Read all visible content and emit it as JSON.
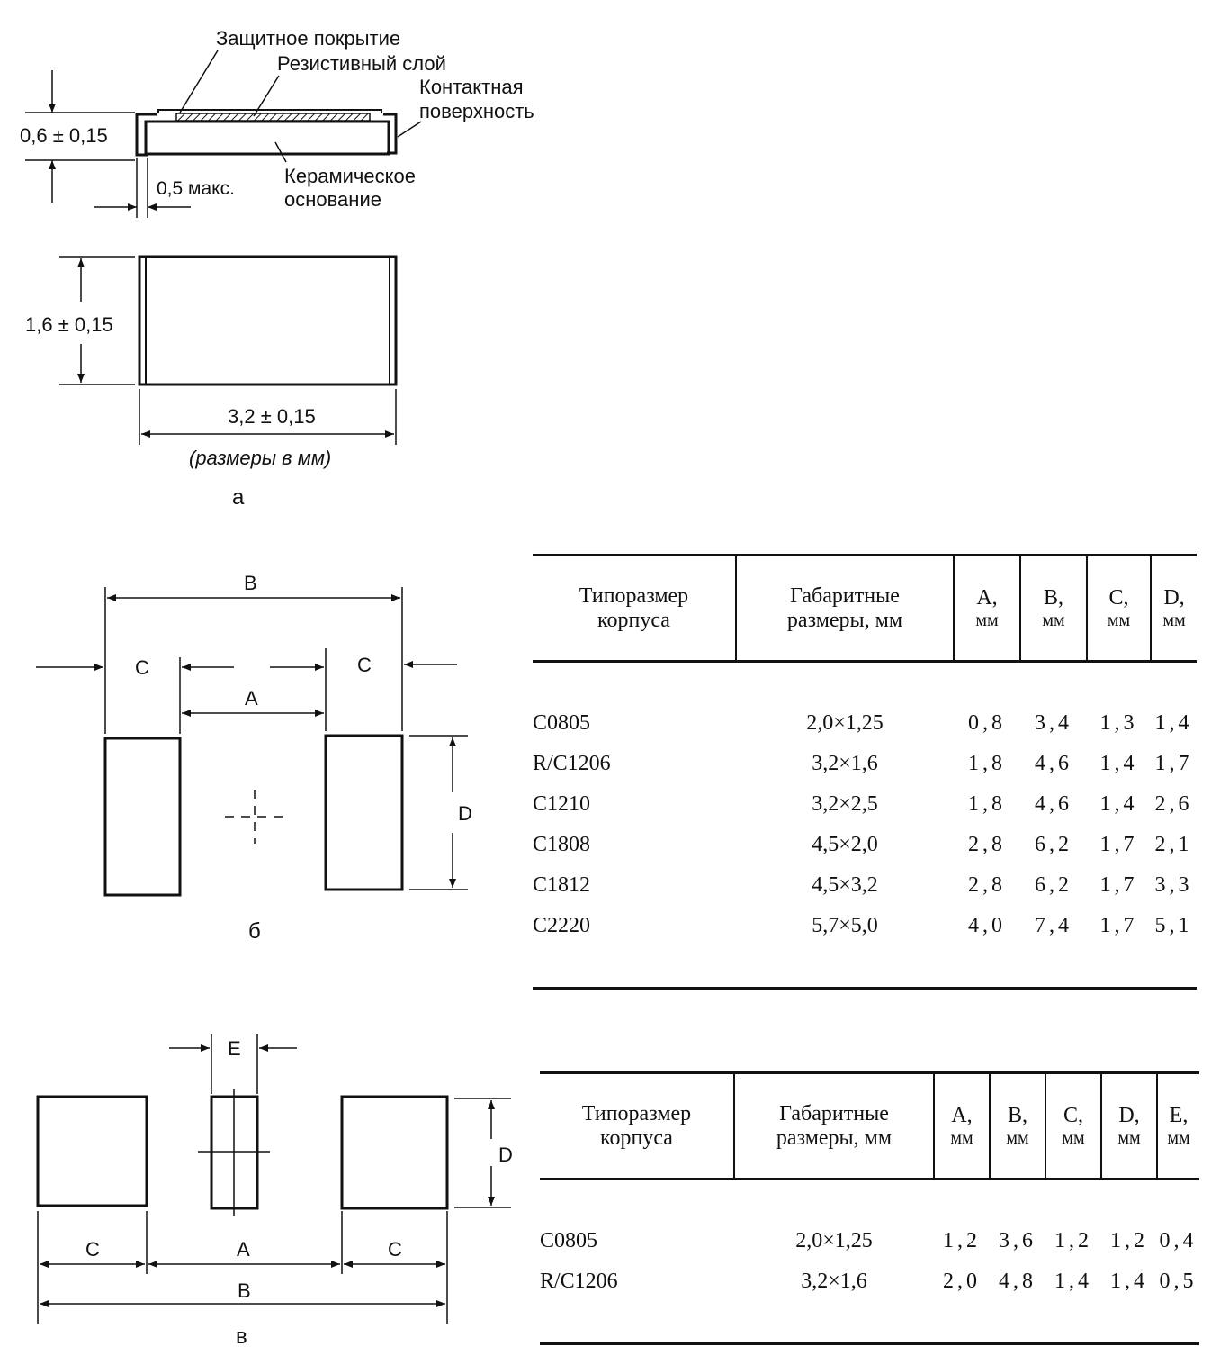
{
  "figure_a": {
    "label_protective": "Защитное покрытие",
    "label_resistive": "Резистивный слой",
    "label_contact_1": "Контактная",
    "label_contact_2": "поверхность",
    "label_ceramic_1": "Керамическое",
    "label_ceramic_2": "основание",
    "dim_height": "0,6 ± 0,15",
    "dim_contact": "0,5 макс.",
    "dim_width": "1,6 ± 0,15",
    "dim_length": "3,2 ± 0,15",
    "units_note": "(размеры в мм)",
    "letter": "а"
  },
  "figure_b": {
    "dim_B": "B",
    "dim_C_left": "C",
    "dim_C_right": "C",
    "dim_A": "A",
    "dim_D": "D",
    "letter": "б"
  },
  "figure_c": {
    "dim_E": "E",
    "dim_D": "D",
    "dim_C_left": "C",
    "dim_A": "A",
    "dim_C_right": "C",
    "dim_B": "B",
    "letter": "в"
  },
  "table_b": {
    "headers": {
      "size_1": "Типоразмер",
      "size_2": "корпуса",
      "overall_1": "Габаритные",
      "overall_2": "размеры, мм",
      "a_1": "A,",
      "a_2": "мм",
      "b_1": "B,",
      "b_2": "мм",
      "c_1": "C,",
      "c_2": "мм",
      "d_1": "D,",
      "d_2": "мм"
    },
    "rows": [
      {
        "code": "C0805",
        "size": "2,0×1,25",
        "A": "0,8",
        "B": "3,4",
        "C": "1,3",
        "D": "1,4"
      },
      {
        "code": "R/C1206",
        "size": "3,2×1,6",
        "A": "1,8",
        "B": "4,6",
        "C": "1,4",
        "D": "1,7"
      },
      {
        "code": "C1210",
        "size": "3,2×2,5",
        "A": "1,8",
        "B": "4,6",
        "C": "1,4",
        "D": "2,6"
      },
      {
        "code": "C1808",
        "size": "4,5×2,0",
        "A": "2,8",
        "B": "6,2",
        "C": "1,7",
        "D": "2,1"
      },
      {
        "code": "C1812",
        "size": "4,5×3,2",
        "A": "2,8",
        "B": "6,2",
        "C": "1,7",
        "D": "3,3"
      },
      {
        "code": "C2220",
        "size": "5,7×5,0",
        "A": "4,0",
        "B": "7,4",
        "C": "1,7",
        "D": "5,1"
      }
    ]
  },
  "table_c": {
    "headers": {
      "size_1": "Типоразмер",
      "size_2": "корпуса",
      "overall_1": "Габаритные",
      "overall_2": "размеры, мм",
      "a_1": "A,",
      "a_2": "мм",
      "b_1": "B,",
      "b_2": "мм",
      "c_1": "C,",
      "c_2": "мм",
      "d_1": "D,",
      "d_2": "мм",
      "e_1": "E,",
      "e_2": "мм"
    },
    "rows": [
      {
        "code": "C0805",
        "size": "2,0×1,25",
        "A": "1,2",
        "B": "3,6",
        "C": "1,2",
        "D": "1,2",
        "E": "0,4"
      },
      {
        "code": "R/C1206",
        "size": "3,2×1,6",
        "A": "2,0",
        "B": "4,8",
        "C": "1,4",
        "D": "1,4",
        "E": "0,5"
      }
    ]
  }
}
